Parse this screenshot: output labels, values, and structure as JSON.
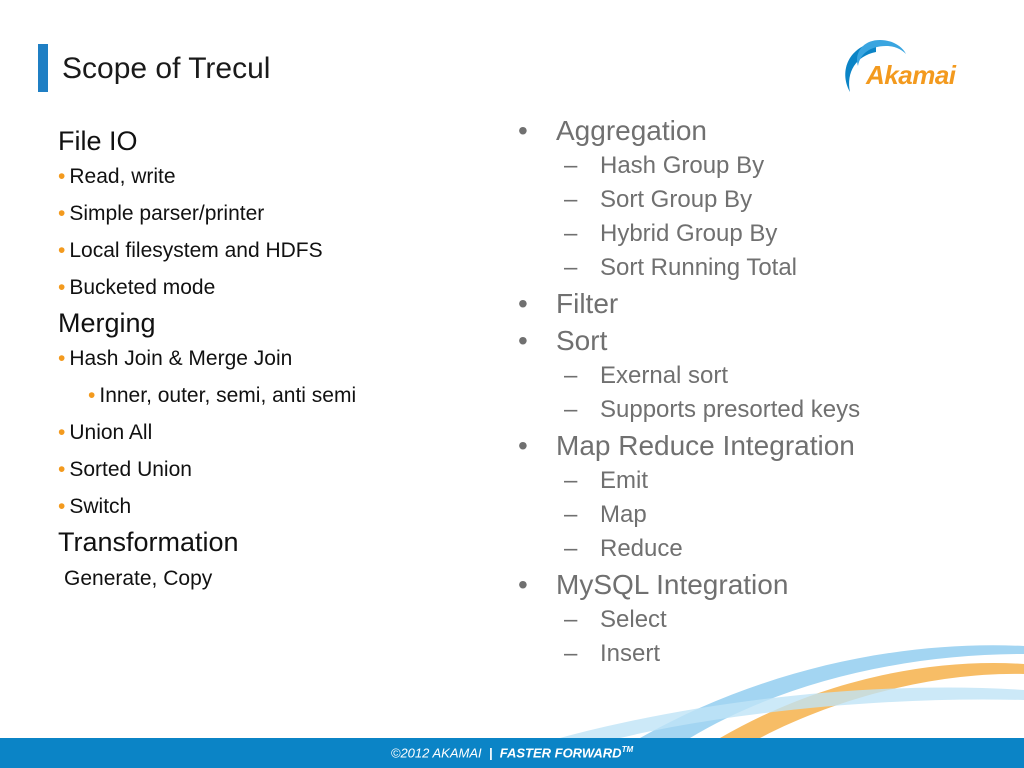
{
  "title": "Scope of Trecul",
  "logo": {
    "icon": "akamai-swirl-icon",
    "text": "Akamai"
  },
  "left": {
    "sections": [
      {
        "heading": "File IO",
        "items": [
          {
            "text": "Read, write",
            "level": 1
          },
          {
            "text": "Simple parser/printer",
            "level": 1
          },
          {
            "text": "Local filesystem and HDFS",
            "level": 1
          },
          {
            "text": "Bucketed mode",
            "level": 1
          }
        ]
      },
      {
        "heading": "Merging",
        "items": [
          {
            "text": "Hash Join & Merge Join",
            "level": 1
          },
          {
            "text": "Inner, outer, semi, anti semi",
            "level": 2
          },
          {
            "text": "Union All",
            "level": 1
          },
          {
            "text": "Sorted Union",
            "level": 1
          },
          {
            "text": "Switch",
            "level": 1
          }
        ]
      },
      {
        "heading": "Transformation",
        "plain": "Generate, Copy"
      }
    ]
  },
  "right": {
    "items": [
      {
        "text": "Aggregation",
        "sub": [
          "Hash Group By",
          "Sort Group By",
          "Hybrid Group By",
          "Sort Running Total"
        ]
      },
      {
        "text": "Filter",
        "sub": []
      },
      {
        "text": "Sort",
        "sub": [
          "Exernal sort",
          "Supports presorted keys"
        ]
      },
      {
        "text": "Map Reduce Integration",
        "sub": [
          "Emit",
          "Map",
          "Reduce"
        ]
      },
      {
        "text": "MySQL Integration",
        "sub": [
          "Select",
          "Insert"
        ]
      }
    ]
  },
  "footer": {
    "copyright": "©2012 AKAMAI",
    "separator": "|",
    "tagline": "FASTER FORWARD",
    "tm": "TM"
  },
  "colors": {
    "accent_blue": "#0b84c6",
    "accent_orange": "#f39a1e",
    "right_text": "#707070"
  }
}
